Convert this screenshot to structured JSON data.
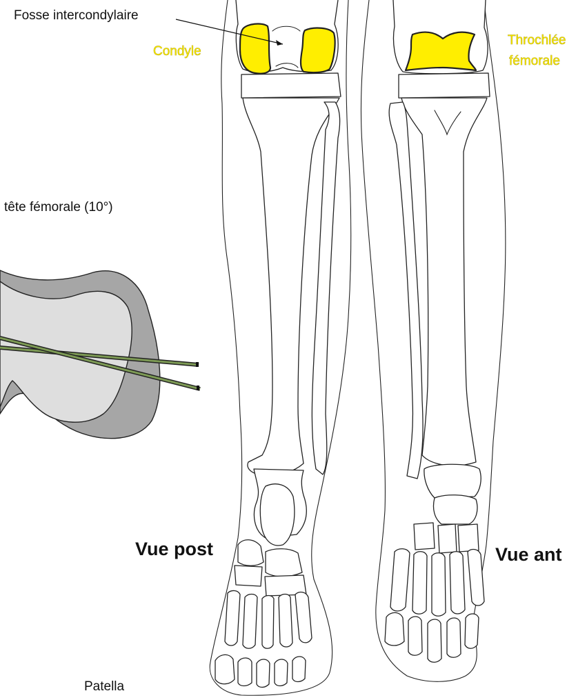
{
  "labels": {
    "fosse_intercondylaire": "Fosse intercondylaire",
    "condyle": "Condyle",
    "throchlee_line1": "Throchlée",
    "throchlee_line2": "fémorale",
    "tete_femorale": "tête fémorale (10°)",
    "vue_post": "Vue post",
    "vue_ant": "Vue ant",
    "patella": "Patella"
  },
  "colors": {
    "highlight": "#ffee00",
    "highlight_text": "#f2e200",
    "outline": "#222222",
    "femoral_head_outer": "#a6a6a6",
    "femoral_head_inner": "#dedede",
    "guide_pin": "#5c7a3a",
    "text": "#111111"
  }
}
